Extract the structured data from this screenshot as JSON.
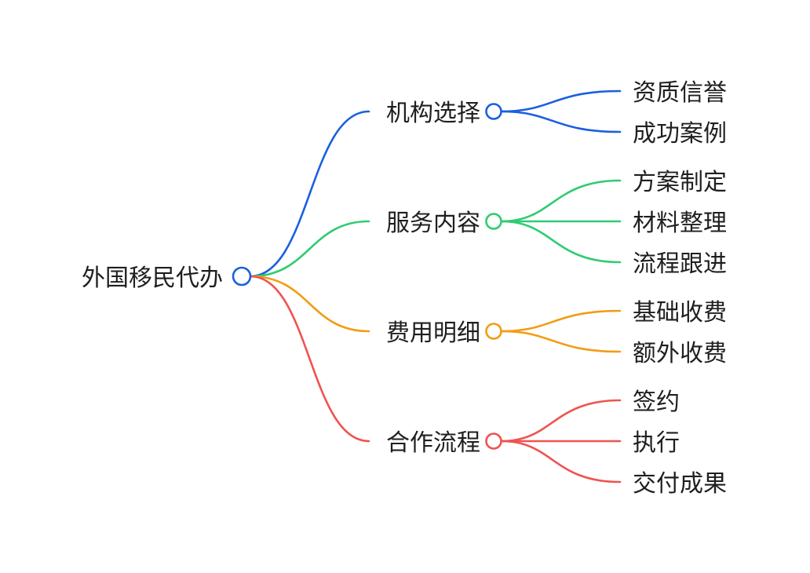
{
  "root": {
    "label": "外国移民代办",
    "color": "#1a5fe0"
  },
  "branches": [
    {
      "label": "机构选择",
      "color": "#1a5fe0",
      "children": [
        "资质信誉",
        "成功案例"
      ]
    },
    {
      "label": "服务内容",
      "color": "#2ecc71",
      "children": [
        "方案制定",
        "材料整理",
        "流程跟进"
      ]
    },
    {
      "label": "费用明细",
      "color": "#f39c12",
      "children": [
        "基础收费",
        "额外收费"
      ]
    },
    {
      "label": "合作流程",
      "color": "#ef5350",
      "children": [
        "签约",
        "执行",
        "交付成果"
      ]
    }
  ]
}
